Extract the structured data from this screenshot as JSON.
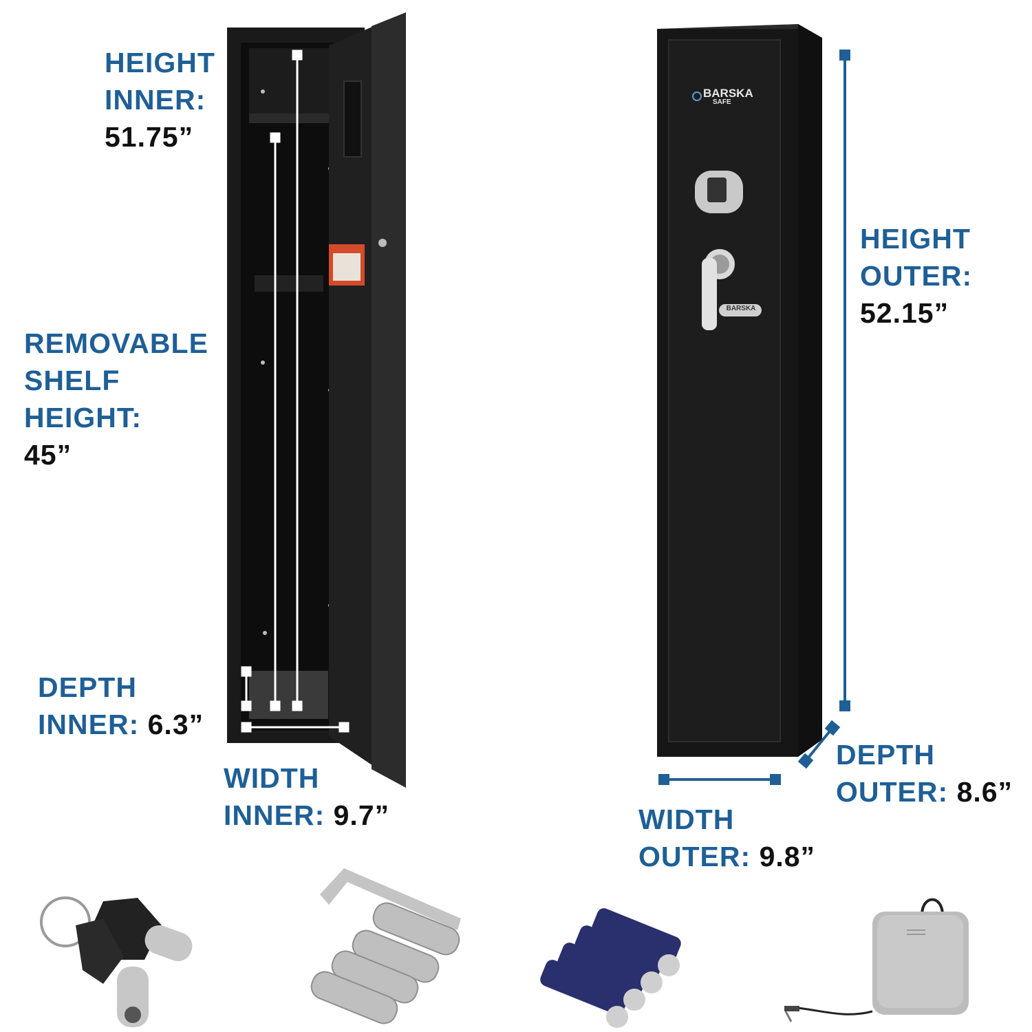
{
  "colors": {
    "label_blue": "#1f5f96",
    "value_black": "#111111",
    "safe_black": "#161616",
    "dim_line_blue": "#1f5f96"
  },
  "specs": {
    "height_inner": {
      "line1": "HEIGHT",
      "line2": "INNER:",
      "value": "51.75”"
    },
    "removable_shelf": {
      "line1": "REMOVABLE",
      "line2": "SHELF",
      "line3": "HEIGHT:",
      "value": "45”"
    },
    "depth_inner": {
      "line1": "DEPTH",
      "line2": "INNER:",
      "value": "6.3”"
    },
    "width_inner": {
      "line1": "WIDTH",
      "line2": "INNER:",
      "value": "9.7”"
    },
    "height_outer": {
      "line1": "HEIGHT",
      "line2": "OUTER:",
      "value": "52.15”"
    },
    "depth_outer": {
      "line1": "DEPTH",
      "line2": "OUTER:",
      "value": "8.6”"
    },
    "width_outer": {
      "line1": "WIDTH",
      "line2": "OUTER:",
      "value": "9.8”"
    }
  },
  "brand": {
    "logo_text": "BARSKA",
    "logo_sub": "SAFE",
    "plate_text": "BARSKA"
  },
  "accessories": [
    {
      "icon": "keys-icon"
    },
    {
      "icon": "hex-key-and-anchor-bolts-icon"
    },
    {
      "icon": "aa-batteries-icon"
    },
    {
      "icon": "external-battery-pack-icon"
    }
  ]
}
